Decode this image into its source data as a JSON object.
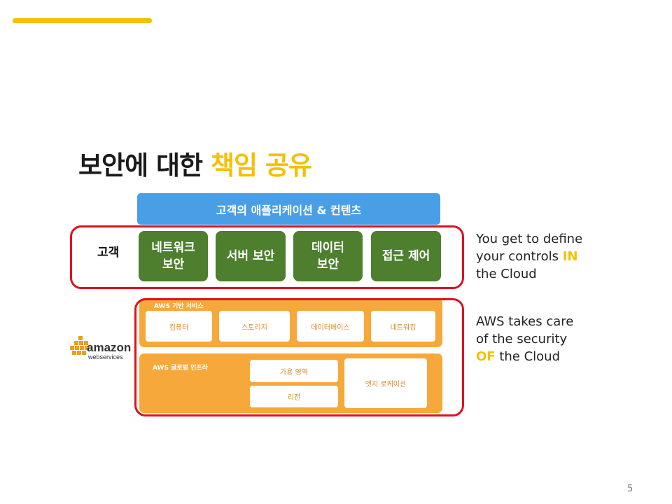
{
  "title": {
    "part1": "보안에 대한 ",
    "highlight": "책임 공유"
  },
  "app_layer": "고객의 애플리케이션 & 컨텐츠",
  "customer": {
    "label": "고객",
    "controls": [
      {
        "line1": "네트워크",
        "line2": "보안"
      },
      {
        "line1": "서버 보안",
        "line2": ""
      },
      {
        "line1": "데이터",
        "line2": "보안"
      },
      {
        "line1": "접근 제어",
        "line2": ""
      }
    ]
  },
  "aws_foundation": {
    "label": "AWS 기반 서비스",
    "services": [
      "컴퓨터",
      "스토리지",
      "데이터베이스",
      "네트워킹"
    ]
  },
  "aws_infra": {
    "label": "AWS 글로벌 인프라",
    "availability_zone": "가용 영역",
    "region": "리전",
    "edge": "엣지 로케이션"
  },
  "side_customer": {
    "line1": "You get to define",
    "line2_pre": "your controls ",
    "line2_hl": "IN",
    "line3": "the Cloud"
  },
  "side_aws": {
    "line1": "AWS takes care",
    "line2": "of the security",
    "line3_hl": "OF",
    "line3_post": " the Cloud"
  },
  "logo": {
    "brand": "amazon",
    "sub": "webservices"
  },
  "page_number": "5",
  "colors": {
    "accent": "#f5c000",
    "blue": "#4a9ee6",
    "green": "#4d7f2f",
    "orange": "#f7a83a",
    "frame": "#e0101d"
  }
}
